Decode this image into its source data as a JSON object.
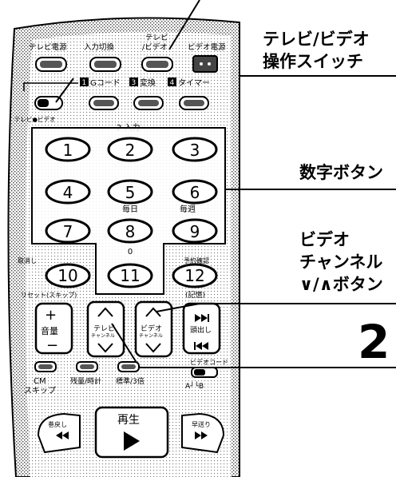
{
  "side_labels": {
    "switch_line1": "テレビ/ビデオ",
    "switch_line2": "操作スイッチ",
    "number_buttons": "数字ボタン",
    "channel_line1": "ビデオ",
    "channel_line2": "チャンネル",
    "channel_line3": "∨/∧ボタン",
    "step_number": "2"
  },
  "remote": {
    "top_labels": {
      "tv_power": "テレビ電源",
      "input": "入力切換",
      "tvvideo_1": "テレビ",
      "tvvideo_2": "/ビデオ",
      "video_power": "ビデオ電源"
    },
    "gcode_row": {
      "n1": "1",
      "gcode": "Gコード",
      "n3": "3",
      "convert": "変換",
      "n4": "4",
      "timer": "タイマー"
    },
    "switch_label": "テレビ●ビデオ",
    "input_label": "2 入力",
    "digits": [
      "1",
      "2",
      "3",
      "4",
      "5",
      "6",
      "7",
      "8",
      "9",
      "10",
      "11",
      "12"
    ],
    "sub_daily": "毎日",
    "sub_weekly": "毎週",
    "sub_zero": "0",
    "cancel": "取消し",
    "reserve_check": "予約確認",
    "reset_skip": "リセット(スキップ)",
    "record_memo": "(記憶)",
    "volume": "音量",
    "tv_channel_1": "テレビ",
    "tv_channel_2": "チャンネル",
    "video_channel_1": "ビデオ",
    "video_channel_2": "チャンネル",
    "cue": "頭出し",
    "cm_skip_1": "CM",
    "cm_skip_2": "スキップ",
    "remaining": "残量/時計",
    "std_speed": "標準/3倍",
    "ab": "A┘└B",
    "video_code": "ビデオコード",
    "play": "再生",
    "rewind": "巻戻し",
    "ff": "早送り"
  }
}
